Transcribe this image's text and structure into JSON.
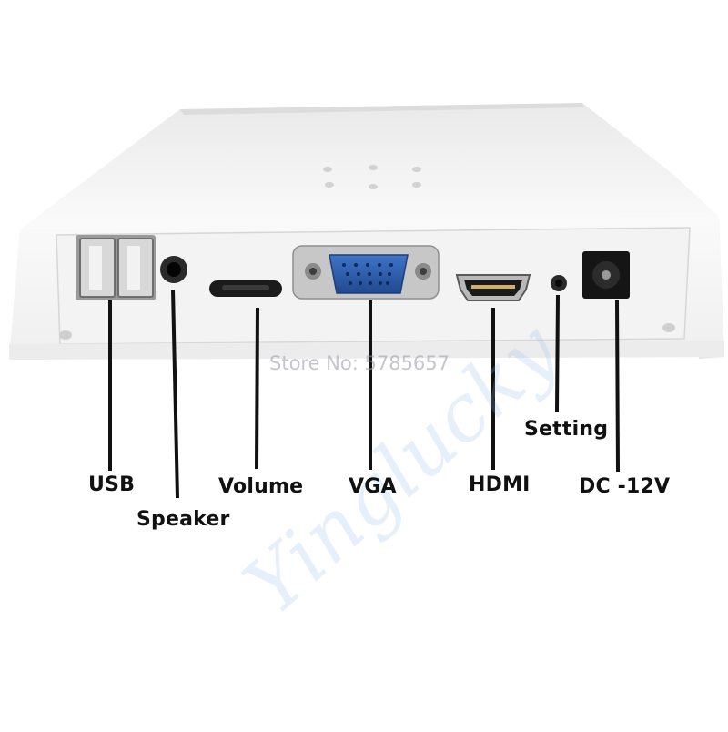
{
  "labels": {
    "usb": "USB",
    "speaker": "Speaker",
    "volume": "Volume",
    "vga": "VGA",
    "hdmi": "HDMI",
    "setting": "Setting",
    "dc": "DC -12V"
  },
  "watermark": {
    "store": "Store No: 5785657",
    "brand": "Yinglucky"
  },
  "colors": {
    "device_body": "#f7f7f7",
    "panel": "#f0f0f0",
    "vga_port": "#2f5fb0",
    "label_text": "#111111",
    "watermark_blue": "#8cb9e6"
  }
}
